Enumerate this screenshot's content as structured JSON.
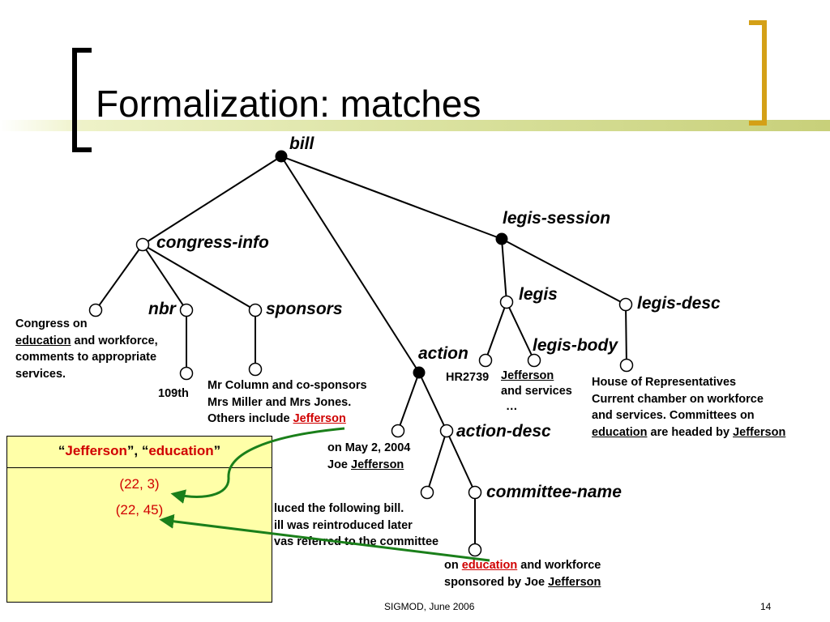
{
  "slide": {
    "title": "Formalization: matches",
    "footer": "SIGMOD, June 2006",
    "page_number": "14"
  },
  "tree": {
    "labels": {
      "bill": "bill",
      "congress_info": "congress-info",
      "nbr": "nbr",
      "sponsors": "sponsors",
      "action": "action",
      "action_desc": "action-desc",
      "committee_name": "committee-name",
      "legis_session": "legis-session",
      "legis": "legis",
      "legis_desc": "legis-desc",
      "legis_body": "legis-body"
    },
    "text": {
      "congress_1": "Congress on",
      "congress_2a": "education",
      "congress_2b": " and workforce,",
      "congress_3": "comments to appropriate",
      "congress_4": "services.",
      "nbr_val": "109th",
      "sponsors_1": "Mr Column and co-sponsors",
      "sponsors_2": "Mrs Miller and Mrs Jones.",
      "sponsors_3a": "Others include ",
      "sponsors_3b": "Jefferson",
      "action_1": "on May 2, 2004",
      "action_2a": "Joe ",
      "action_2b": "Jefferson",
      "actdesc_1": "luced the following bill.",
      "actdesc_2": "ill was reintroduced later",
      "actdesc_3": "vas referred to the committee",
      "committee_1a": "on ",
      "committee_1b": "education",
      "committee_1c": " and workforce",
      "committee_2a": "sponsored by Joe ",
      "committee_2b": "Jefferson",
      "hr": "HR2739",
      "legisbody_1": "Jefferson",
      "legisbody_2": "and services",
      "legisbody_3": "…",
      "legisdesc_1": "House of Representatives",
      "legisdesc_2": "Current chamber on workforce",
      "legisdesc_3": "and services. Committees on",
      "legisdesc_4a": "education",
      "legisdesc_4b": " are headed by ",
      "legisdesc_4c": "Jefferson"
    }
  },
  "match_table": {
    "header_q1": "“",
    "header_k1": "Jefferson",
    "header_mid": "”, “",
    "header_k2": "education",
    "header_q2": "”",
    "rows": [
      "(22,  3)",
      "(22, 45)"
    ]
  },
  "colors": {
    "bracket": "#d4a017",
    "bracket_left": "#000000",
    "arrow": "#1a7f1a",
    "highlight": "#d00000",
    "table_fill": "#ffffa8"
  }
}
